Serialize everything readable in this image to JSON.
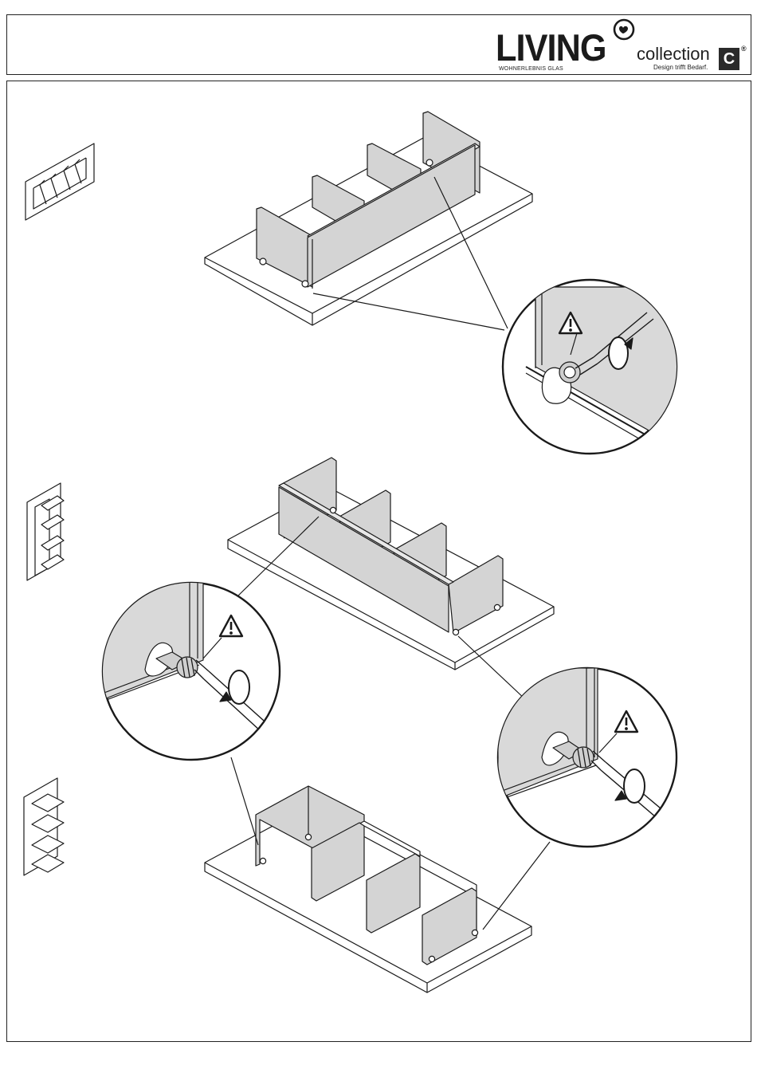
{
  "header": {
    "brand": "LIVING",
    "brand_tagline": "WOHNERLEBNIS GLAS",
    "collection_label": "collection",
    "collection_tagline": "Design trifft Bedarf.",
    "badge_letter": "C",
    "registered_mark": "®"
  },
  "steps": [
    {
      "name": "step-1",
      "warning_symbol": "!"
    },
    {
      "name": "step-2",
      "warning_symbol": "!"
    },
    {
      "name": "step-3",
      "warning_symbol": "!"
    }
  ],
  "colors": {
    "line": "#1a1a1a",
    "panel_fill": "#d4d4d4",
    "base_fill": "#ffffff",
    "detail_fill": "#cfcfcf"
  },
  "icons": [
    "warning-triangle-icon",
    "rotate-arrow-icon",
    "screwdriver-icon",
    "cam-lock-icon",
    "heart-logo-icon"
  ]
}
